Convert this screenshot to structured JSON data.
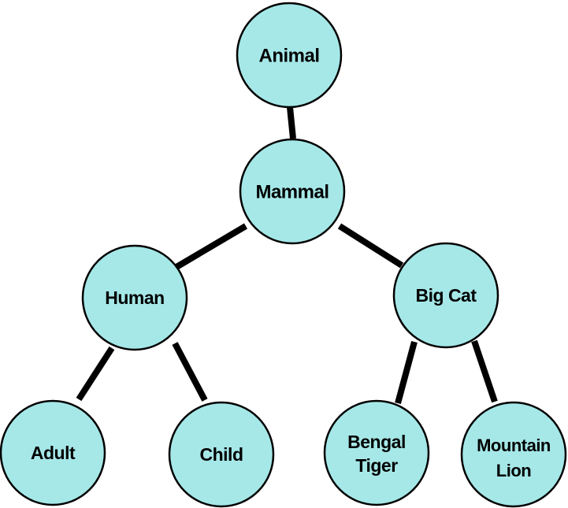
{
  "nodes": {
    "animal": {
      "label": "Animal"
    },
    "mammal": {
      "label": "Mammal"
    },
    "human": {
      "label": "Human"
    },
    "bigcat": {
      "label": "Big Cat"
    },
    "adult": {
      "label": "Adult"
    },
    "child": {
      "label": "Child"
    },
    "bengal": {
      "line1": "Bengal",
      "line2": "Tiger"
    },
    "mountain": {
      "line1": "Mountain",
      "line2": "Lion"
    }
  },
  "colors": {
    "node_fill": "#A6E8E8",
    "node_stroke": "#000000",
    "edge": "#000000"
  }
}
